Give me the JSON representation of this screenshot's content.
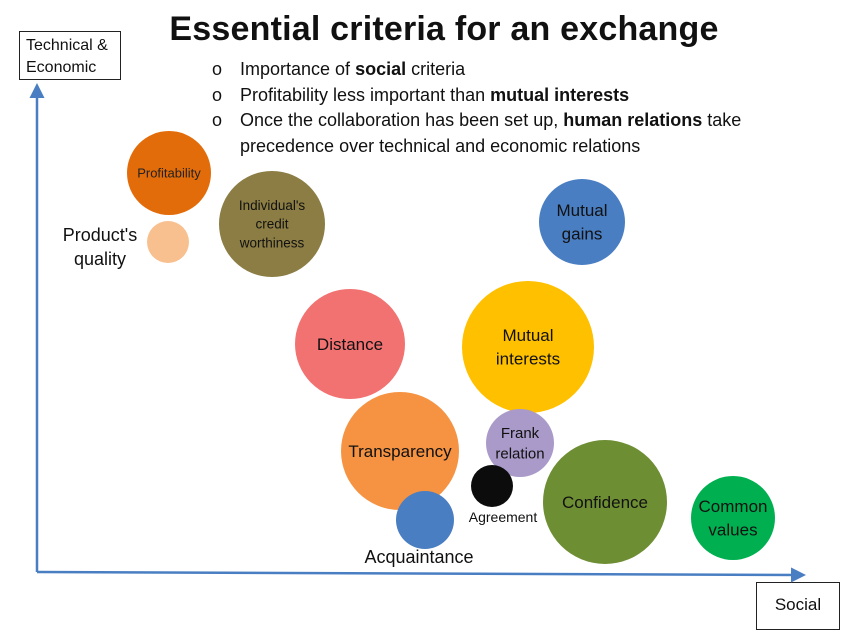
{
  "title": "Essential criteria for an exchange",
  "axes": {
    "y_label": "Technical & Economic",
    "x_label": "Social"
  },
  "bullets": [
    {
      "marker": "o",
      "parts": [
        {
          "text": "Importance of ",
          "bold": false
        },
        {
          "text": "social",
          "bold": true
        },
        {
          "text": " criteria",
          "bold": false
        }
      ]
    },
    {
      "marker": "o",
      "parts": [
        {
          "text": "Profitability less important than ",
          "bold": false
        },
        {
          "text": "mutual interests",
          "bold": true
        }
      ]
    },
    {
      "marker": "o",
      "parts": [
        {
          "text": "Once the collaboration has been set up, ",
          "bold": false
        },
        {
          "text": "human relations",
          "bold": true
        },
        {
          "text": " take precedence over technical and economic relations",
          "bold": false
        }
      ]
    }
  ],
  "bubbles": [
    {
      "id": "profitability",
      "label": "Profitability",
      "color": "#E36C0A"
    },
    {
      "id": "product-quality",
      "label": "Product's quality",
      "color": "#F9C08F"
    },
    {
      "id": "credit-worthiness",
      "label": "Individual's credit worthiness",
      "color": "#8B7D44"
    },
    {
      "id": "mutual-gains",
      "label": "Mutual gains",
      "color": "#4A7EC2"
    },
    {
      "id": "distance",
      "label": "Distance",
      "color": "#F27272"
    },
    {
      "id": "mutual-interests",
      "label": "Mutual interests",
      "color": "#FFC000"
    },
    {
      "id": "transparency",
      "label": "Transparency",
      "color": "#F59342"
    },
    {
      "id": "frank-relation",
      "label": "Frank relation",
      "color": "#A99AC9"
    },
    {
      "id": "agreement",
      "label": "Agreement",
      "color": "#0C0C0C"
    },
    {
      "id": "acquaintance",
      "label": "Acquaintance",
      "color": "#4A7EC2"
    },
    {
      "id": "confidence",
      "label": "Confidence",
      "color": "#6E8E34"
    },
    {
      "id": "common-values",
      "label": "Common values",
      "color": "#00B050"
    }
  ],
  "colors": {
    "axis": "#4A7EC2"
  }
}
